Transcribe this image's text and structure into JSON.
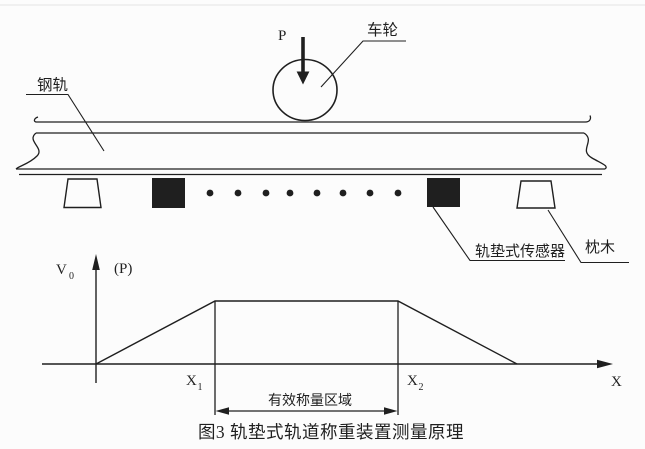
{
  "figure": {
    "caption": "图3  轨垫式轨道称重装置测量原理",
    "schematic": {
      "force_label": "P",
      "wheel_label": "车轮",
      "rail_label": "钢轨",
      "sensor_label": "轨垫式传感器",
      "sleeper_label": "枕木"
    },
    "graph": {
      "y_axis_label": "V",
      "y_axis_sub": "0",
      "y_axis_alt_label": "(P)",
      "x_start_label": "X",
      "x_start_sub": "1",
      "x_end_label": "X",
      "x_end_sub": "2",
      "x_axis_label": "X",
      "region_label": "有效称量区域"
    },
    "colors": {
      "ink": "#1f1f1f",
      "background": "#fcfcfc"
    }
  }
}
